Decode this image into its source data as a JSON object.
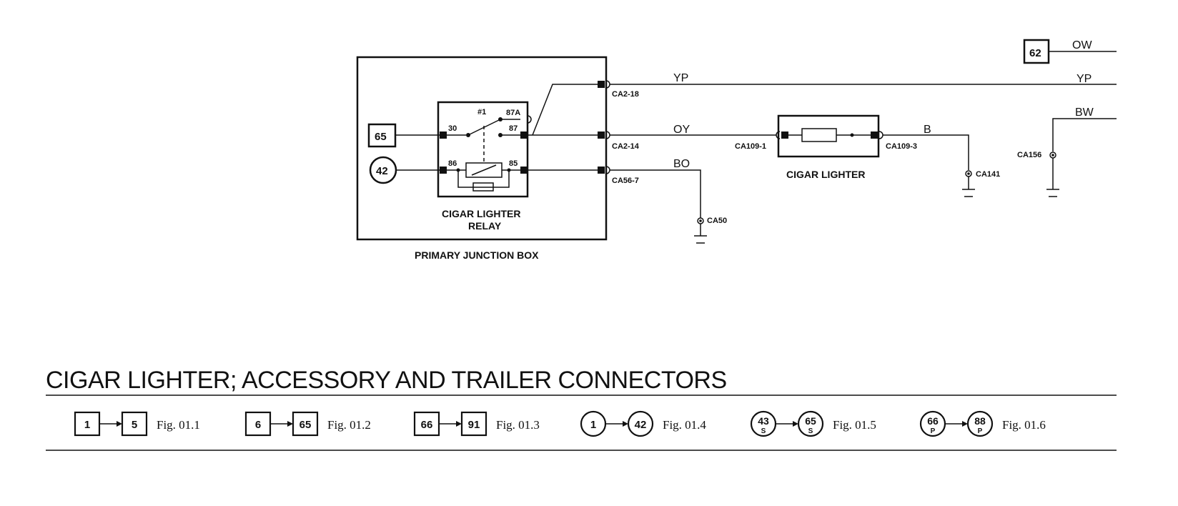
{
  "title": "CIGAR LIGHTER; ACCESSORY AND TRAILER CONNECTORS",
  "diagram": {
    "junction_box_label": "PRIMARY JUNCTION BOX",
    "relay_label_line1": "CIGAR LIGHTER",
    "relay_label_line2": "RELAY",
    "lighter_label": "CIGAR LIGHTER",
    "ref_box_65": "65",
    "ref_circle_42": "42",
    "ref_box_62": "62",
    "relay_pins": {
      "p30": "30",
      "p87a": "87A",
      "p87": "87",
      "p86": "86",
      "p85": "85",
      "p1": "#1"
    },
    "connectors": {
      "ca2_18": "CA2-18",
      "ca2_14": "CA2-14",
      "ca56_7": "CA56-7",
      "ca109_1": "CA109-1",
      "ca109_3": "CA109-3",
      "ca141": "CA141",
      "ca50": "CA50",
      "ca156": "CA156"
    },
    "wires": {
      "yp": "YP",
      "oy": "OY",
      "bo": "BO",
      "b": "B",
      "ow": "OW",
      "yp_right": "YP",
      "bw": "BW"
    }
  },
  "legend": [
    {
      "from": "1",
      "to": "5",
      "shape": "box",
      "fig": "Fig. 01.1"
    },
    {
      "from": "6",
      "to": "65",
      "shape": "box",
      "fig": "Fig. 01.2"
    },
    {
      "from": "66",
      "to": "91",
      "shape": "box",
      "fig": "Fig. 01.3"
    },
    {
      "from": "1",
      "to": "42",
      "shape": "circle",
      "fig": "Fig. 01.4"
    },
    {
      "from": "43",
      "to": "65",
      "sub": "S",
      "shape": "circle",
      "fig": "Fig. 01.5"
    },
    {
      "from": "66",
      "to": "88",
      "sub": "P",
      "shape": "circle",
      "fig": "Fig. 01.6"
    }
  ]
}
